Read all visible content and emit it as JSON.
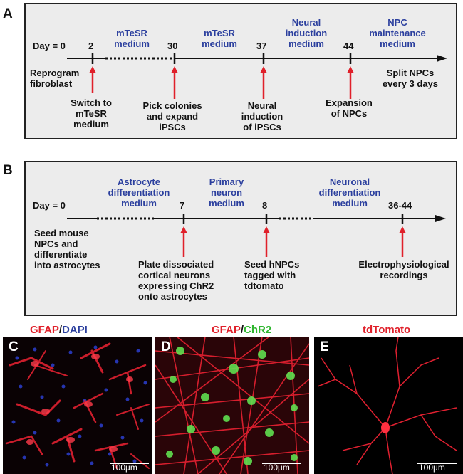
{
  "panelA": {
    "letter": "A",
    "day_label": "Day = 0",
    "ticks": [
      "2",
      "30",
      "37",
      "44"
    ],
    "media": [
      {
        "lines": [
          "mTeSR",
          "medium"
        ]
      },
      {
        "lines": [
          "mTeSR",
          "medium"
        ]
      },
      {
        "lines": [
          "Neural",
          "induction",
          "medium"
        ]
      },
      {
        "lines": [
          "NPC",
          "maintenance",
          "medium"
        ]
      }
    ],
    "start_note": [
      "Reprogram",
      "fibroblast"
    ],
    "end_note": [
      "Split NPCs",
      "every 3 days"
    ],
    "arrow_notes": [
      [
        "Switch to",
        "mTeSR",
        "medium"
      ],
      [
        "Pick colonies",
        "and expand",
        "iPSCs"
      ],
      [
        "Neural",
        "induction",
        "of iPSCs"
      ],
      [
        "Expansion",
        "of NPCs"
      ]
    ]
  },
  "panelB": {
    "letter": "B",
    "day_label": "Day = 0",
    "ticks": [
      "7",
      "8",
      "36-44"
    ],
    "media": [
      {
        "lines": [
          "Astrocyte",
          "differentiation",
          "medium"
        ]
      },
      {
        "lines": [
          "Primary",
          "neuron",
          "medium"
        ]
      },
      {
        "lines": [
          "Neuronal",
          "differentiation",
          "medium"
        ]
      }
    ],
    "start_note": [
      "Seed mouse",
      "NPCs and",
      "differentiate",
      "into astrocytes"
    ],
    "arrow_notes": [
      [
        "Plate dissociated",
        "cortical neurons",
        "expressing ChR2",
        "onto astrocytes"
      ],
      [
        "Seed hNPCs",
        "tagged with",
        "tdtomato"
      ],
      [
        "Electrophysiological",
        "recordings"
      ]
    ]
  },
  "images": {
    "C": {
      "letter": "C",
      "title_parts": [
        "GFAP",
        "/",
        "DAPI"
      ],
      "scale": "100µm"
    },
    "D": {
      "letter": "D",
      "title_parts": [
        "GFAP",
        "/",
        "ChR2"
      ],
      "scale": "100µm"
    },
    "E": {
      "letter": "E",
      "title_parts": [
        "tdTomato"
      ],
      "scale": "100µm"
    }
  },
  "colors": {
    "medium_text": "#2b3f9e",
    "arrow": "#e0202a",
    "gfap": "#e0202a",
    "chr2": "#2eb52e",
    "dapi": "#2b3f9e"
  }
}
